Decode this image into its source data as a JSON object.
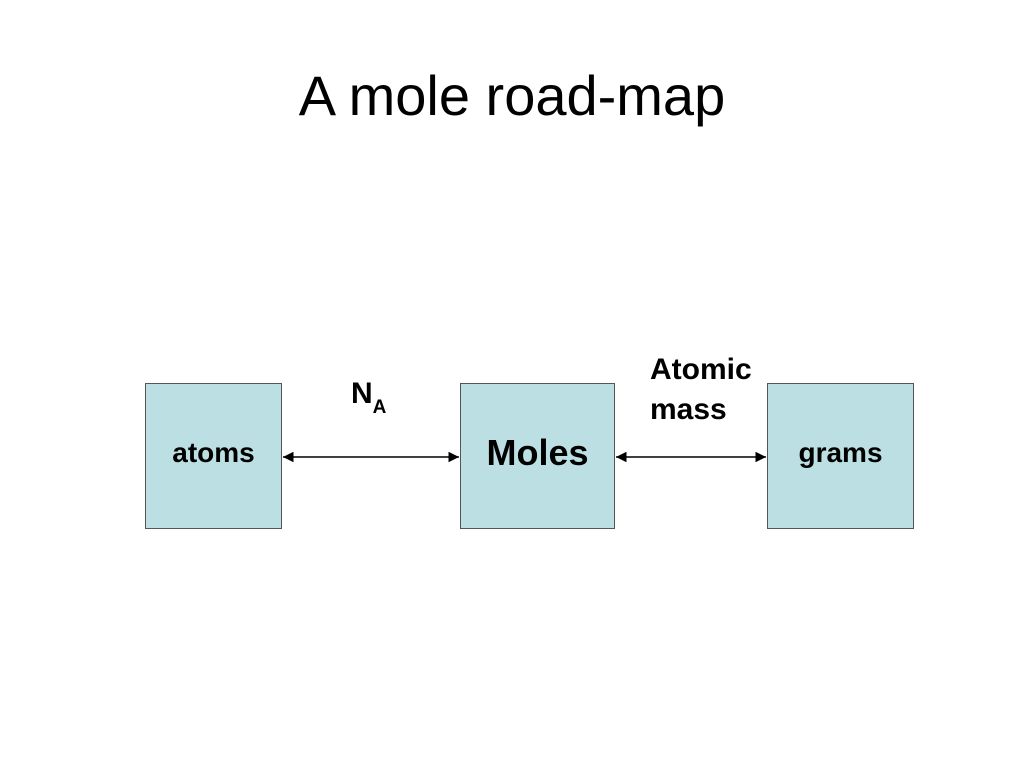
{
  "title": "A mole road-map",
  "nodes": {
    "atoms": "atoms",
    "moles": "Moles",
    "grams": "grams"
  },
  "edges": {
    "atoms_moles": {
      "label_main": "N",
      "label_sub": "A"
    },
    "moles_grams": {
      "label_line1": "Atomic",
      "label_line2": "mass"
    }
  },
  "colors": {
    "box_fill": "#bbdfe3",
    "box_border": "#555555",
    "arrow": "#000000"
  }
}
